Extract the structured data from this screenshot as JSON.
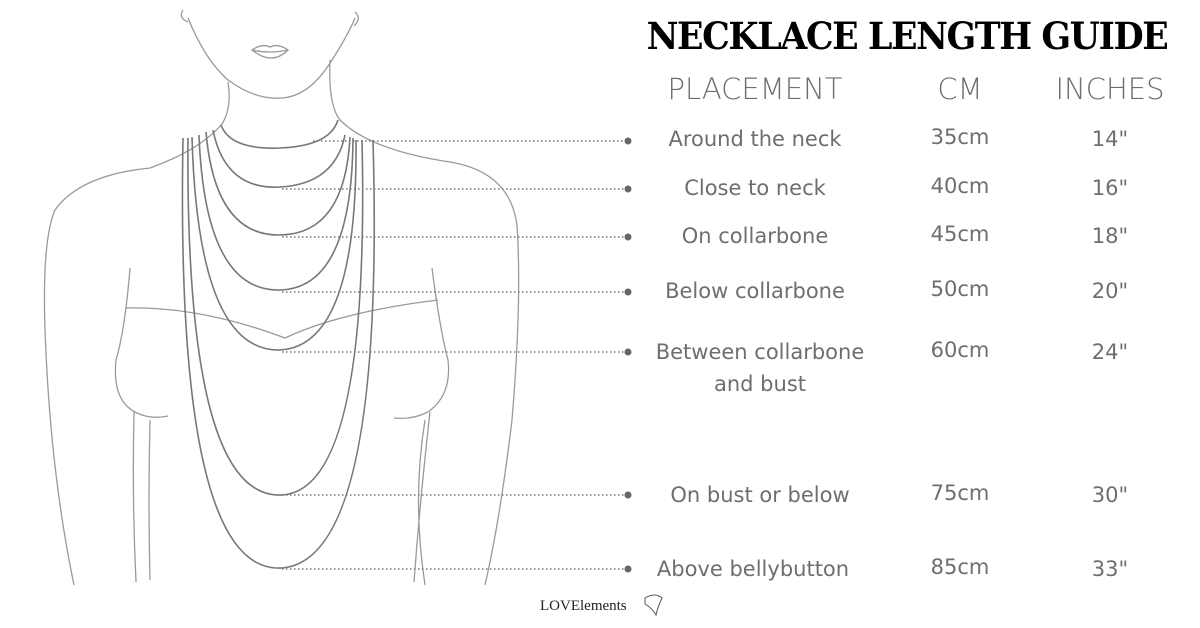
{
  "title": "NECKLACE LENGTH GUIDE",
  "headers": {
    "placement": "PLACEMENT",
    "cm": "CM",
    "inches": "INCHES"
  },
  "rows": [
    {
      "placement": "Around the neck",
      "cm": "35cm",
      "inches": "14\""
    },
    {
      "placement": "Close to neck",
      "cm": "40cm",
      "inches": "16\""
    },
    {
      "placement": "On collarbone",
      "cm": "45cm",
      "inches": "18\""
    },
    {
      "placement": "Below collarbone",
      "cm": "50cm",
      "inches": "20\""
    },
    {
      "placement": "Between collarbone and bust",
      "cm": "60cm",
      "inches": "24\""
    },
    {
      "placement": "On bust or below",
      "cm": "75cm",
      "inches": "30\""
    },
    {
      "placement": "Above bellybutton",
      "cm": "85cm",
      "inches": "33\""
    }
  ],
  "brand": "LOVElements",
  "colors": {
    "line": "#8a8a8a",
    "text": "#6e6e6e",
    "title": "#000000"
  }
}
